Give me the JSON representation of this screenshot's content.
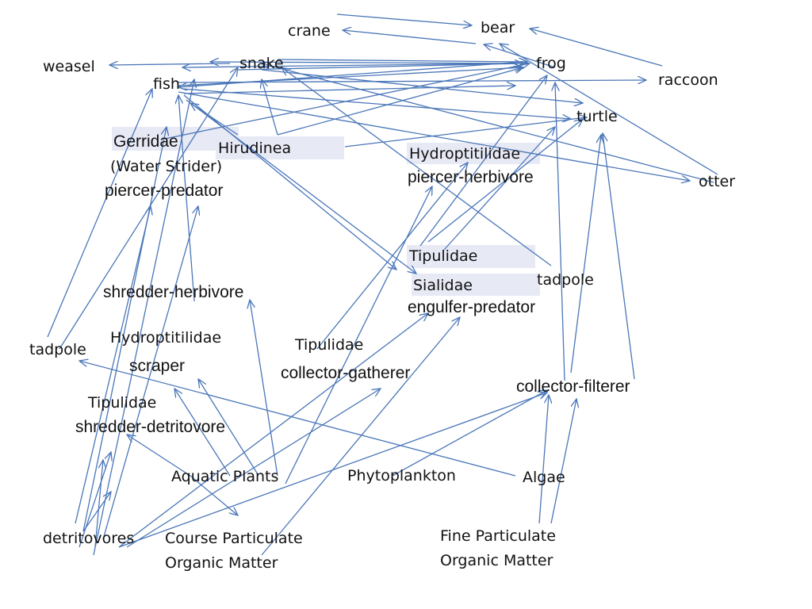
{
  "diagram": {
    "title": "",
    "line_color": "#4a76b8",
    "highlight_color": "#e7e9f5",
    "nodes": {
      "bear": "bear",
      "crane": "crane",
      "weasel": "weasel",
      "snake": "snake",
      "frog": "frog",
      "fish": "fish",
      "raccoon": "raccoon",
      "turtle": "turtle",
      "otter": "otter",
      "gerridae": "Gerridae",
      "water_strider": "(Water Strider)",
      "piercer_predator": "piercer-predator",
      "hirudinea": "Hirudinea",
      "hydroptilidae_top": "Hydroptitilidae",
      "piercer_herbivore": "piercer-herbivore",
      "tipulidae_mid": "Tipulidae",
      "sialidae": "Sialidae",
      "engulfer_predator": "engulfer-predator",
      "tadpole_right": "tadpole",
      "shredder_herbivore": "shredder-herbivore",
      "tadpole_left": "tadpole",
      "hydroptilidae_low": "Hydroptitilidae",
      "scraper": "scraper",
      "tipulidae_low": "Tipulidae",
      "collector_gatherer": "collector-gatherer",
      "collector_filterer": "collector-filterer",
      "tipulidae_left": "Tipulidae",
      "shredder_detritovore": "shredder-detritovore",
      "aquatic_plants": "Aquatic Plants",
      "phytoplankton": "Phytoplankton",
      "algae": "Algae",
      "detritovores": "detritovores",
      "cpom_line1": "Course Particulate",
      "cpom_line2": "Organic Matter",
      "fpom_line1": "Fine Particulate",
      "fpom_line2": "Organic Matter"
    }
  }
}
